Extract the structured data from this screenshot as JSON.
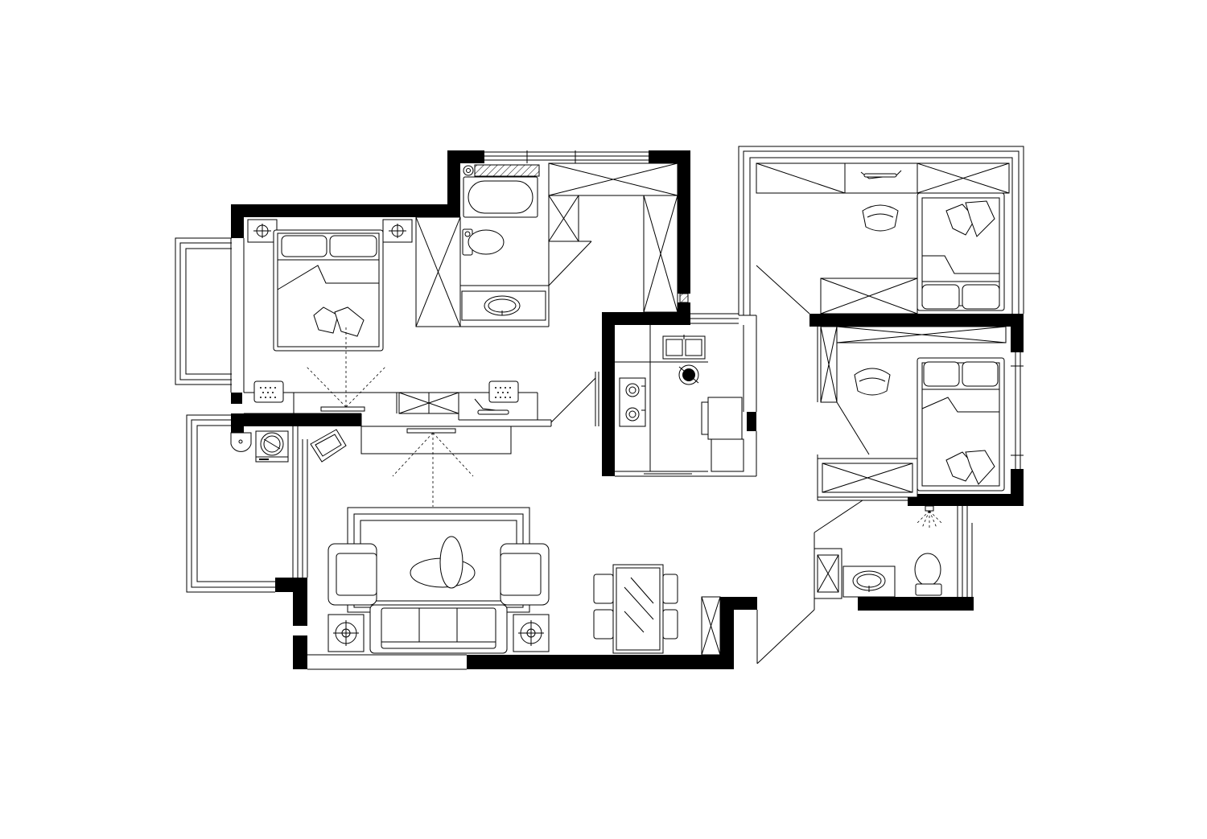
{
  "drawing": {
    "type": "apartment-floor-plan",
    "line_color": "#000000",
    "wall_color": "#000000",
    "background_color": "#ffffff"
  },
  "rooms": [
    {
      "id": "master-bedroom",
      "furniture": [
        "double-bed",
        "nightstand",
        "nightstand",
        "dresser",
        "tv-unit",
        "wardrobe"
      ]
    },
    {
      "id": "master-bathroom",
      "furniture": [
        "bathtub",
        "toilet",
        "vanity-sink"
      ]
    },
    {
      "id": "walk-in-closet",
      "furniture": [
        "wardrobe",
        "wardrobe"
      ]
    },
    {
      "id": "kitchen",
      "furniture": [
        "double-sink",
        "gas-stove",
        "fridge",
        "counter"
      ]
    },
    {
      "id": "study-bedroom",
      "furniture": [
        "bunk-bed",
        "desk",
        "chair",
        "wardrobe"
      ]
    },
    {
      "id": "second-bedroom",
      "furniture": [
        "single-bed",
        "desk",
        "chair",
        "wardrobe"
      ]
    },
    {
      "id": "living-room",
      "furniture": [
        "sofa",
        "armchair",
        "armchair",
        "coffee-table",
        "side-table",
        "side-table",
        "tv-cabinet",
        "rug"
      ]
    },
    {
      "id": "dining-area",
      "furniture": [
        "glass-dining-table",
        "chair",
        "chair",
        "chair",
        "chair"
      ]
    },
    {
      "id": "guest-bathroom",
      "furniture": [
        "toilet",
        "vanity-sink",
        "shower"
      ]
    },
    {
      "id": "laundry-balcony",
      "furniture": [
        "washing-machine",
        "mop-sink"
      ]
    },
    {
      "id": "balcony",
      "furniture": []
    }
  ]
}
